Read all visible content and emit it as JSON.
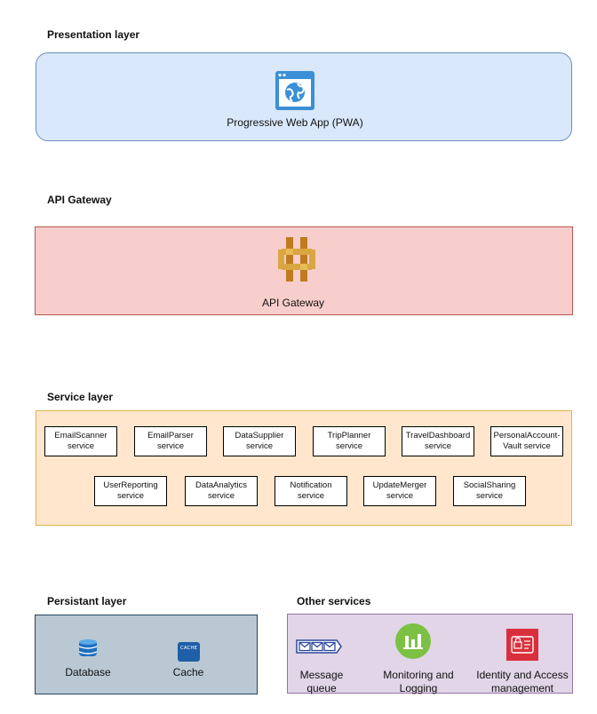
{
  "presentation": {
    "heading": "Presentation layer",
    "node_label": "Progressive Web App (PWA)",
    "fill": "#dae8fc",
    "stroke": "#6c8ebf",
    "icon": "web-app-icon"
  },
  "gateway": {
    "heading": "API Gateway",
    "node_label": "API Gateway",
    "fill": "#f8cecc",
    "stroke": "#b85450",
    "icon": "api-gateway-icon"
  },
  "service_layer": {
    "heading": "Service layer",
    "fill": "#ffe6cc",
    "stroke": "#d6b656",
    "row1": [
      {
        "line1": "EmailScanner",
        "line2": "service"
      },
      {
        "line1": "EmailParser",
        "line2": "service"
      },
      {
        "line1": "DataSupplier",
        "line2": "service"
      },
      {
        "line1": "TripPlanner",
        "line2": "service"
      },
      {
        "line1": "TravelDashboard",
        "line2": "service"
      },
      {
        "line1": "PersonalAccount-",
        "line2": "Vault service"
      }
    ],
    "row2": [
      {
        "line1": "UserReporting",
        "line2": "service"
      },
      {
        "line1": "DataAnalytics",
        "line2": "service"
      },
      {
        "line1": "Notification",
        "line2": "service"
      },
      {
        "line1": "UpdateMerger",
        "line2": "service"
      },
      {
        "line1": "SocialSharing",
        "line2": "service"
      }
    ]
  },
  "persistent": {
    "heading": "Persistant layer",
    "fill": "#bac8d3",
    "stroke": "#23445d",
    "database_label": "Database",
    "cache_label": "Cache",
    "cache_icon_text": "CACHE"
  },
  "other": {
    "heading": "Other services",
    "fill": "#e1d5e7",
    "stroke": "#9673a6",
    "queue_line1": "Message",
    "queue_line2": "queue",
    "monitoring_line1": "Monitoring and",
    "monitoring_line2": "Logging",
    "iam_line1": "Identity and Access",
    "iam_line2": "management"
  }
}
